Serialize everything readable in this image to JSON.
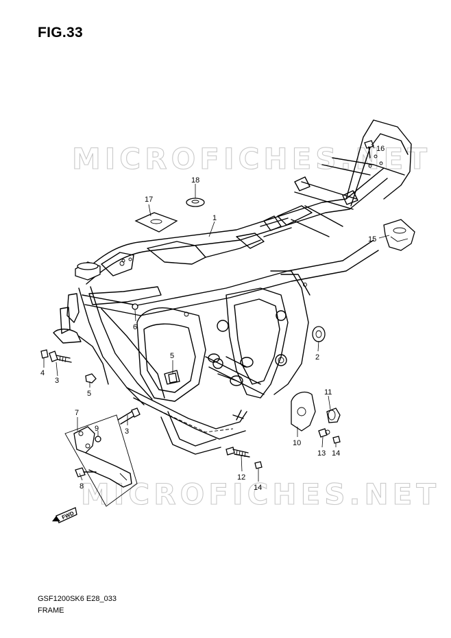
{
  "figure": {
    "title": "FIG.33"
  },
  "watermark": {
    "text": "MICROFICHES.NET"
  },
  "callouts": [
    "1",
    "2",
    "3",
    "3",
    "4",
    "5",
    "5",
    "6",
    "7",
    "8",
    "9",
    "10",
    "11",
    "12",
    "13",
    "14",
    "14",
    "15",
    "16",
    "17",
    "18"
  ],
  "direction_badge": "FWD",
  "footer": {
    "code": "GSF1200SK6 E28_033",
    "name": "FRAME"
  }
}
